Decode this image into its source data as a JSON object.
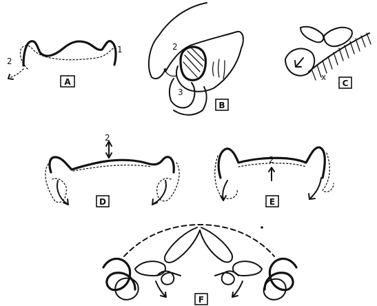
{
  "panels": [
    {
      "id": "A",
      "label": "A",
      "numbers": [
        "1",
        "2"
      ]
    },
    {
      "id": "B",
      "label": "B",
      "numbers": [
        "2",
        "3"
      ]
    },
    {
      "id": "C",
      "label": "C",
      "numbers": [
        "x"
      ]
    },
    {
      "id": "D",
      "label": "D",
      "numbers": [
        "2"
      ]
    },
    {
      "id": "E",
      "label": "E",
      "numbers": [
        "2"
      ]
    },
    {
      "id": "F",
      "label": "F",
      "numbers": []
    }
  ],
  "colors": {
    "ink": "#111111",
    "paper": "#ffffff"
  }
}
